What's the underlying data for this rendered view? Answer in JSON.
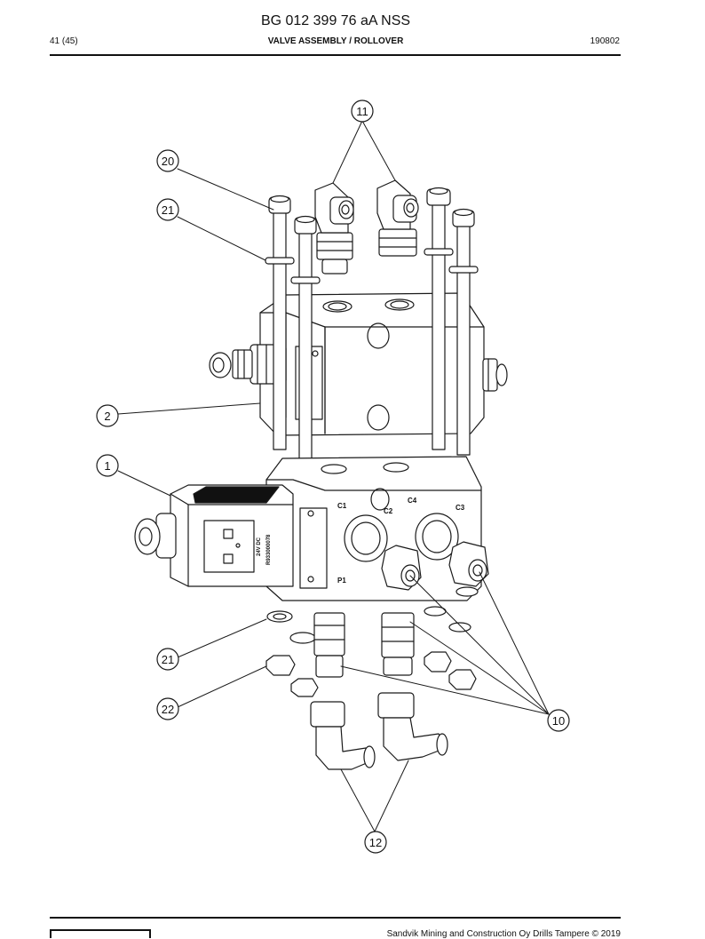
{
  "header": {
    "title": "BG 012 399 76 aA NSS",
    "page": "41 (45)",
    "section": "VALVE ASSEMBLY / ROLLOVER",
    "date": "190802"
  },
  "drawing": {
    "callouts": [
      "11",
      "20",
      "21",
      "2",
      "1",
      "21",
      "22",
      "10",
      "12"
    ],
    "port_labels": [
      "C1",
      "C2",
      "C4",
      "C3",
      "P1"
    ],
    "solenoid_text": [
      "24V DC",
      "R933000078"
    ]
  },
  "footer": {
    "copyright": "Sandvik Mining and Construction Oy Drills Tampere © 2019"
  }
}
